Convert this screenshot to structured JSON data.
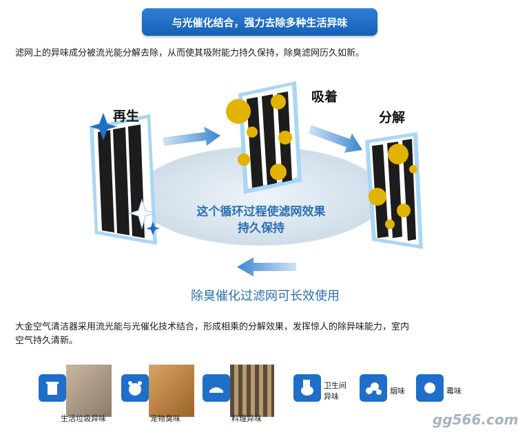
{
  "banner": "与光催化结合，强力去除多种生活异味",
  "intro": "滤网上的异味成分被流光能分解去除，从而使其吸附能力持久保持，除臭滤网历久如新。",
  "stages": {
    "regen": "再生",
    "adsorb": "吸着",
    "decompose": "分解"
  },
  "cycle_text_1": "这个循环过程使滤网效果",
  "cycle_text_2": "持久保持",
  "bottom_blue": "除臭催化过滤网可长效使用",
  "desc_1": "大金空气清洁器采用流光能与光催化技术结合，形成相乘的分解效果，发挥惊人的除异味能力，室内",
  "desc_2": "空气持久清新。",
  "odors": [
    {
      "label": "生活垃圾异味",
      "icon": "trash-icon"
    },
    {
      "label": "宠物臭味",
      "icon": "pet-icon"
    },
    {
      "label": "料理异味",
      "icon": "cooking-icon"
    }
  ],
  "odors_right": [
    {
      "label_1": "卫生间",
      "label_2": "异味",
      "icon": "toilet-icon"
    },
    {
      "label": "烟味",
      "icon": "smoke-icon"
    },
    {
      "label": "霉味",
      "icon": "mold-icon"
    }
  ],
  "watermark": "gg566.com",
  "colors": {
    "accent": "#1f6ec9",
    "text_blue": "#2a6fb8",
    "odor_yellow": "#e2b300"
  }
}
